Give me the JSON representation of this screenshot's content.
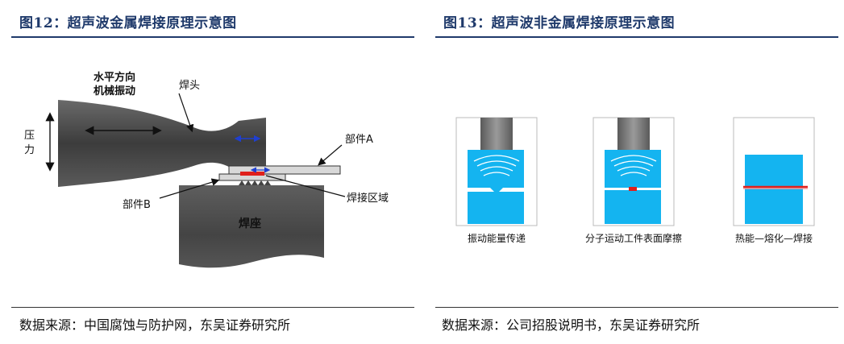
{
  "left_figure": {
    "title": "图12：超声波金属焊接原理示意图",
    "labels": {
      "horizontal_vibration_line1": "水平方向",
      "horizontal_vibration_line2": "机械振动",
      "horn": "焊头",
      "pressure_char1": "压",
      "pressure_char2": "力",
      "part_a": "部件A",
      "part_b": "部件B",
      "weld_zone": "焊接区域",
      "anvil": "焊座"
    },
    "source": "数据来源：中国腐蚀与防护网，东吴证券研究所"
  },
  "right_figure": {
    "title": "图13：超声波非金属焊接原理示意图",
    "steps": [
      {
        "caption": "振动能量传递"
      },
      {
        "caption": "分子运动工件表面摩擦"
      },
      {
        "caption": "热能—熔化—焊接"
      }
    ],
    "source": "数据来源：公司招股说明书，东吴证券研究所"
  },
  "colors": {
    "title_blue": "#1f3a6b",
    "metal_dark": "#4a4a4a",
    "part_cyan": "#14b4f0",
    "weld_red": "#e0201c",
    "arrow_blue": "#1f3fd0"
  }
}
